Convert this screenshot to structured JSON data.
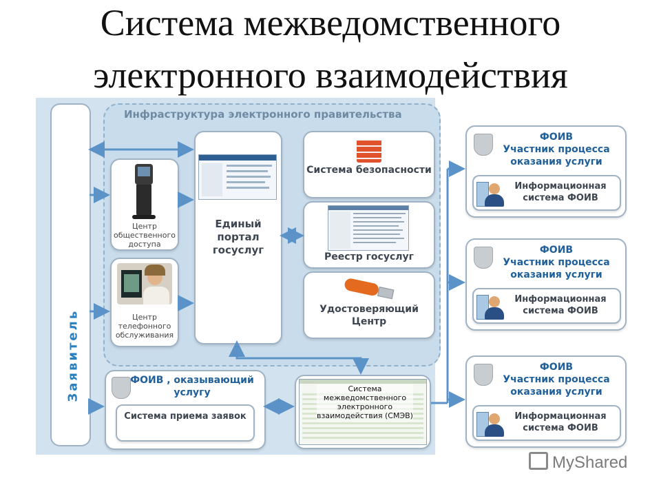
{
  "title": {
    "line1": "Система межведомственного",
    "line2": "электронного взаимодействия"
  },
  "infrastructure": {
    "title": "Инфраструктура электронного правительства"
  },
  "applicant": {
    "label": "Заявитель"
  },
  "kiosk": {
    "label": "Центр общественного доступа"
  },
  "call_center": {
    "label": "Центр телефонного обслуживания"
  },
  "portal": {
    "label": "Единый портал госуслуг"
  },
  "security": {
    "label": "Система безопасности"
  },
  "registry": {
    "label": "Реестр госуслуг"
  },
  "cert_center": {
    "label": "Удостоверяющий Центр"
  },
  "foiv_provider": {
    "title": "ФОИВ , оказывающий услугу",
    "inner": "Система приема заявок"
  },
  "smev": {
    "label": "Система межведомственного электронного взаимодействия (СМЭВ)"
  },
  "participants": [
    {
      "title": "ФОИВ",
      "subtitle": "Участник процесса оказания услуги",
      "system": "Информационная система ФОИВ"
    },
    {
      "title": "ФОИВ",
      "subtitle": "Участник процесса оказания услуги",
      "system": "Информационная система ФОИВ"
    },
    {
      "title": "ФОИВ",
      "subtitle": "Участник процесса оказания услуги",
      "system": "Информационная система ФОИВ"
    }
  ],
  "watermark": {
    "text": "MyShared"
  },
  "colors": {
    "arrow": "#5b93c9",
    "accent_text": "#1f5f9a",
    "panel_bg": "#d2e3ef"
  },
  "icons": [
    "kiosk-icon",
    "operator-icon",
    "firewall-icon",
    "usb-token-icon",
    "coat-of-arms-icon",
    "server-user-icon"
  ]
}
